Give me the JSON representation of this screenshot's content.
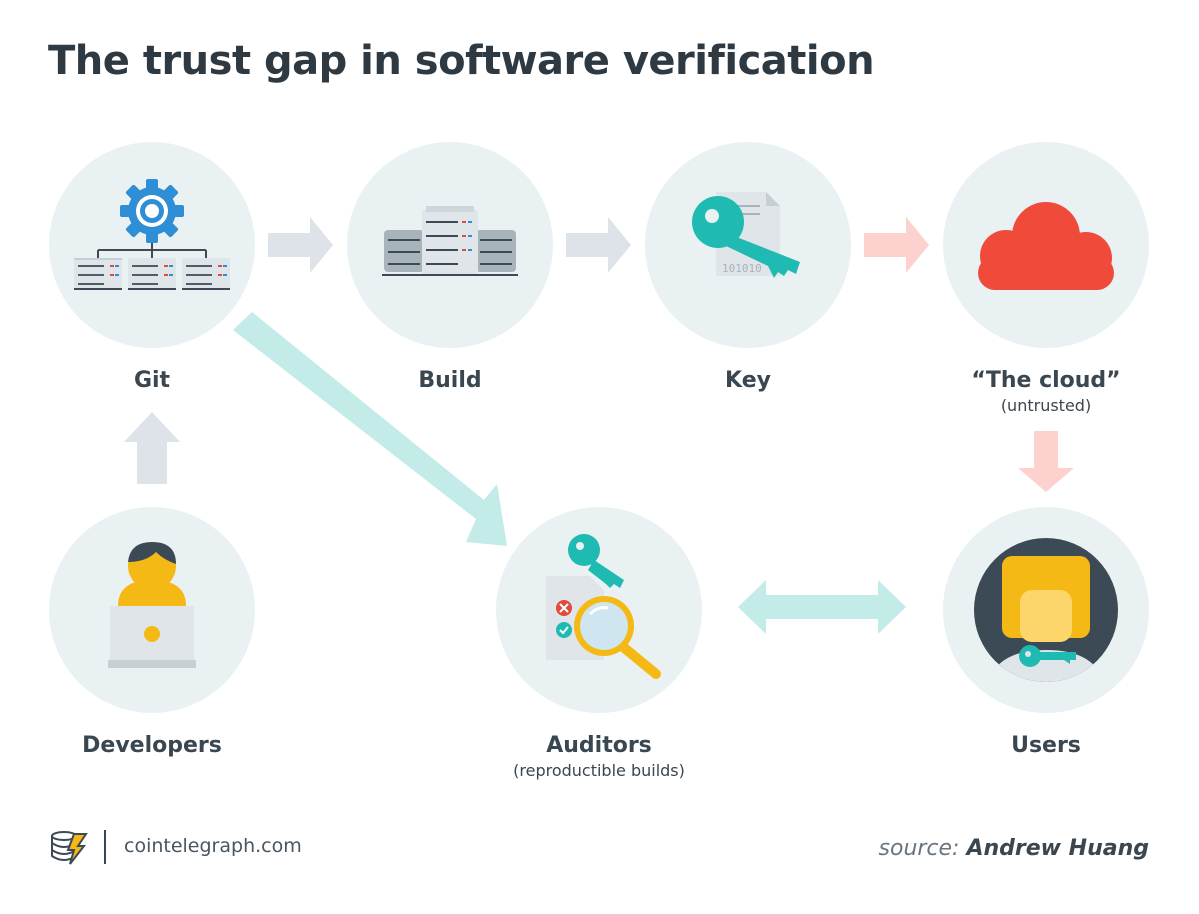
{
  "title": "The trust gap in software verification",
  "nodes": {
    "git": {
      "label": "Git"
    },
    "build": {
      "label": "Build"
    },
    "key": {
      "label": "Key"
    },
    "cloud": {
      "label": "“The cloud”",
      "sublabel": "(untrusted)"
    },
    "developers": {
      "label": "Developers"
    },
    "auditors": {
      "label": "Auditors",
      "sublabel": "(reproductible builds)"
    },
    "users": {
      "label": "Users"
    }
  },
  "footer": {
    "site": "cointelegraph.com",
    "source_prefix": "source:",
    "source_name": "Andrew Huang"
  },
  "colors": {
    "circle": "#eaf1f3",
    "gray_arrow": "#dde3e8",
    "pink_arrow": "#fdd1cd",
    "teal_arrow": "#c3ebe8",
    "teal": "#1fbbb2",
    "blue_gear": "#2f8fd6",
    "cloud_red": "#f04b3a",
    "yellow": "#f5b915",
    "dark": "#3c4a55"
  },
  "icons": [
    "servers-network-icon",
    "gear-icon",
    "server-rack-icon",
    "key-icon",
    "document-icon",
    "cloud-icon",
    "developer-icon",
    "laptop-icon",
    "magnifier-icon",
    "user-avatar-icon",
    "cointelegraph-logo-icon"
  ]
}
